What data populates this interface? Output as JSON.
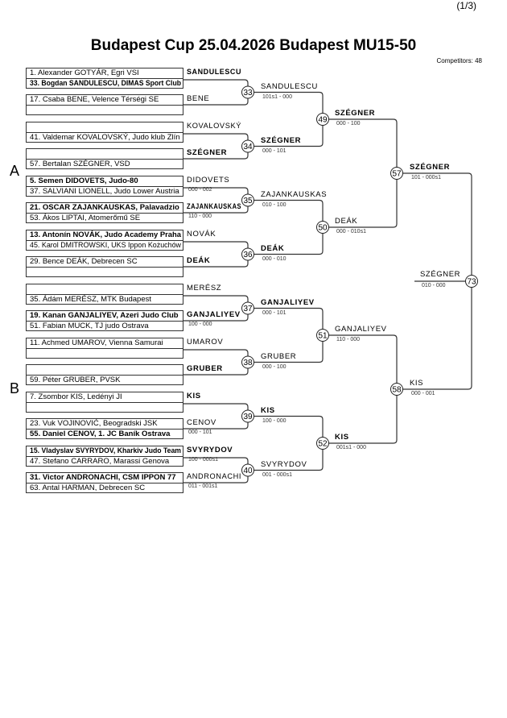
{
  "header": {
    "page_indicator": "(1/3)",
    "title": "Budapest Cup  25.04.2026  Budapest   MU15-50",
    "competitors": "Competitors: 48"
  },
  "pools": [
    "A",
    "B"
  ],
  "round1": [
    {
      "match": "33",
      "winner": "SANDULESCU",
      "winner_bold": false,
      "score": "101s1 - 000",
      "slots": [
        {
          "lines": [
            {
              "text": "1. Alexander GOTYÁR, Egri VSI",
              "bold": false
            },
            {
              "text": "33. Bogdan SANDULESCU, DIMAS Sport Club",
              "bold": true
            }
          ],
          "label": "SANDULESCU",
          "label_bold": true,
          "score": ""
        },
        {
          "lines": [
            {
              "text": "17. Csaba BENE, Velence Térségi SE",
              "bold": false
            },
            {
              "text": "",
              "bold": false
            }
          ],
          "label": "BENE",
          "label_bold": false,
          "score": ""
        }
      ]
    },
    {
      "match": "34",
      "winner": "SZÉGNER",
      "winner_bold": true,
      "score": "000 - 101",
      "slots": [
        {
          "lines": [
            {
              "text": "",
              "bold": false
            },
            {
              "text": "41. Valdemar KOVALOVSKÝ, Judo klub Zlín",
              "bold": false
            }
          ],
          "label": "KOVALOVSKÝ",
          "label_bold": false,
          "score": ""
        },
        {
          "lines": [
            {
              "text": "",
              "bold": false
            },
            {
              "text": "57. Bertalan SZÉGNER, VSD",
              "bold": false
            }
          ],
          "label": "SZÉGNER",
          "label_bold": true,
          "score": ""
        }
      ]
    },
    {
      "match": "35",
      "winner": "ZAJANKAUSKAS",
      "winner_bold": false,
      "score": "010 - 100",
      "slots": [
        {
          "lines": [
            {
              "text": "5. Semen DIDOVETS, Judo-80",
              "bold": true
            },
            {
              "text": "37. SALVIANI LIONELL, Judo Lower Austria",
              "bold": false
            }
          ],
          "label": "DIDOVETS",
          "label_bold": false,
          "score": "000 - 002"
        },
        {
          "lines": [
            {
              "text": "21. OSCAR ZAJANKAUSKAS, Palavadzio",
              "bold": true
            },
            {
              "text": "53. Ákos LIPTAI, Atomerőmű SE",
              "bold": false
            }
          ],
          "label": "ZAJANKAUSKAS",
          "label_bold": true,
          "score": "110 - 000"
        }
      ]
    },
    {
      "match": "36",
      "winner": "DEÁK",
      "winner_bold": true,
      "score": "000 - 010",
      "slots": [
        {
          "lines": [
            {
              "text": "13. Antonín NOVÁK, Judo Academy Praha",
              "bold": true
            },
            {
              "text": "45. Karol DMITROWSKI, UKS Ippon Kożuchów",
              "bold": false
            }
          ],
          "label": "NOVÁK",
          "label_bold": false,
          "score": ""
        },
        {
          "lines": [
            {
              "text": "29. Bence DEÁK, Debrecen SC",
              "bold": false
            },
            {
              "text": "",
              "bold": false
            }
          ],
          "label": "DEÁK",
          "label_bold": true,
          "score": ""
        }
      ]
    },
    {
      "match": "37",
      "winner": "GANJALIYEV",
      "winner_bold": true,
      "score": "000 - 101",
      "slots": [
        {
          "lines": [
            {
              "text": "",
              "bold": false
            },
            {
              "text": "35. Ádám MERÉSZ, MTK Budapest",
              "bold": false
            }
          ],
          "label": "MERÉSZ",
          "label_bold": false,
          "score": ""
        },
        {
          "lines": [
            {
              "text": "19. Kanan GANJALIYEV, Azeri Judo Club",
              "bold": true
            },
            {
              "text": "51. Fabian MUCK, TJ judo Ostrava",
              "bold": false
            }
          ],
          "label": "GANJALIYEV",
          "label_bold": true,
          "score": "100 - 000"
        }
      ]
    },
    {
      "match": "38",
      "winner": "GRUBER",
      "winner_bold": false,
      "score": "000 - 100",
      "slots": [
        {
          "lines": [
            {
              "text": "11. Achmed UMAROV, Vienna Samurai",
              "bold": false
            },
            {
              "text": "",
              "bold": false
            }
          ],
          "label": "UMAROV",
          "label_bold": false,
          "score": ""
        },
        {
          "lines": [
            {
              "text": "",
              "bold": false
            },
            {
              "text": "59. Péter GRUBER, PVSK",
              "bold": false
            }
          ],
          "label": "GRUBER",
          "label_bold": true,
          "score": ""
        }
      ]
    },
    {
      "match": "39",
      "winner": "KIS",
      "winner_bold": true,
      "score": "100 - 000",
      "slots": [
        {
          "lines": [
            {
              "text": "7. Zsombor KIS, Ledényi JI",
              "bold": false
            },
            {
              "text": "",
              "bold": false
            }
          ],
          "label": "KIS",
          "label_bold": true,
          "score": ""
        },
        {
          "lines": [
            {
              "text": "23. Vuk VOJINOVIĆ, Beogradski JSK",
              "bold": false
            },
            {
              "text": "55. Daniel CENOV, 1. JC Baník Ostrava",
              "bold": true
            }
          ],
          "label": "CENOV",
          "label_bold": false,
          "score": "000 - 101"
        }
      ]
    },
    {
      "match": "40",
      "winner": "SVYRYDOV",
      "winner_bold": false,
      "score": "001 - 000s1",
      "slots": [
        {
          "lines": [
            {
              "text": "15. Vladyslav SVYRYDOV, Kharkiv Judo Team",
              "bold": true
            },
            {
              "text": "47. Stefano CARRARO, Marassi Genova",
              "bold": false
            }
          ],
          "label": "SVYRYDOV",
          "label_bold": true,
          "score": "100 - 000s1"
        },
        {
          "lines": [
            {
              "text": "31. Victor ANDRONACHI, CSM IPPON 77",
              "bold": true
            },
            {
              "text": "63. Antal HARMAN, Debrecen SC",
              "bold": false
            }
          ],
          "label": "ANDRONACHI",
          "label_bold": false,
          "score": "011 - 001s1"
        }
      ]
    }
  ],
  "round2": [
    {
      "match": "49",
      "winner": "SZÉGNER",
      "winner_bold": true,
      "score": "000 - 100"
    },
    {
      "match": "50",
      "winner": "DEÁK",
      "winner_bold": false,
      "score": "000 - 010s1"
    },
    {
      "match": "51",
      "winner": "GANJALIYEV",
      "winner_bold": false,
      "score": "110 - 000"
    },
    {
      "match": "52",
      "winner": "KIS",
      "winner_bold": true,
      "score": "001s1 - 000"
    }
  ],
  "round3": [
    {
      "match": "57",
      "winner": "SZÉGNER",
      "winner_bold": true,
      "score": "101 - 000s1"
    },
    {
      "match": "58",
      "winner": "KIS",
      "winner_bold": false,
      "score": "000 - 001"
    }
  ],
  "final": {
    "match": "73",
    "winner": "SZÉGNER",
    "winner_bold": false,
    "score": "010 - 000"
  }
}
